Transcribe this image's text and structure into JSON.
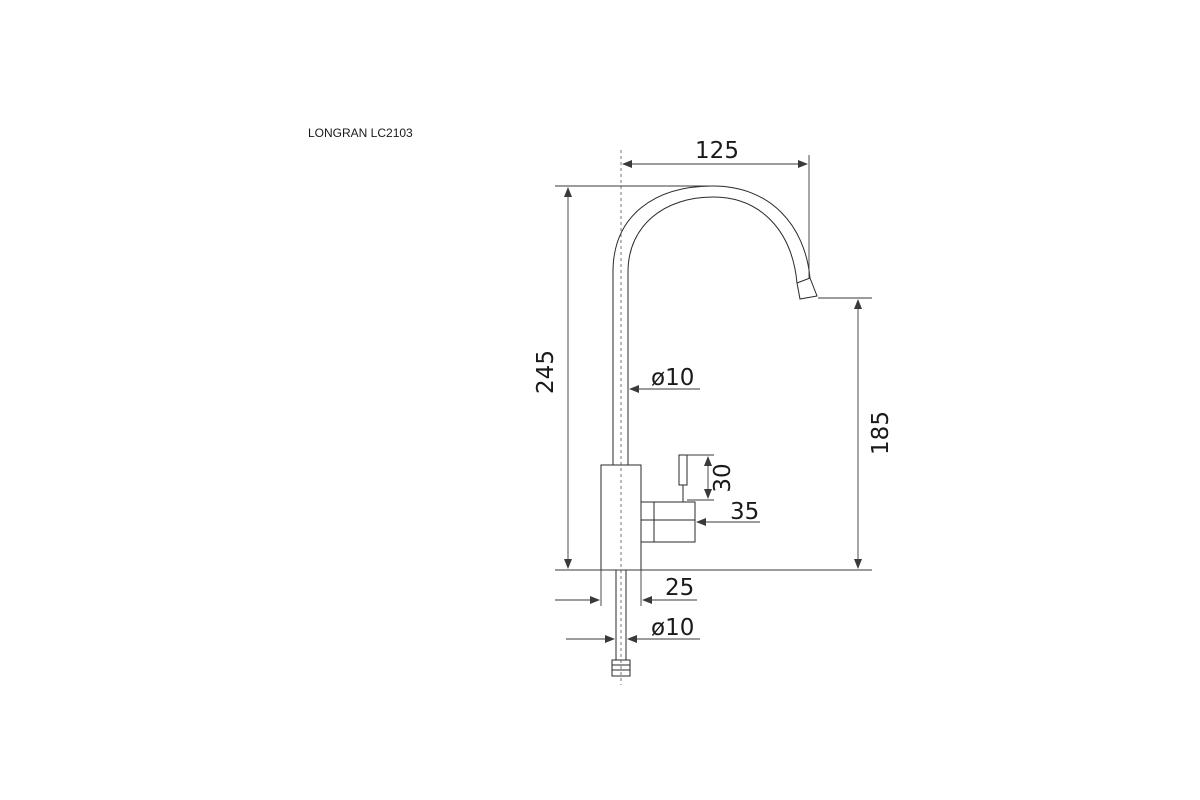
{
  "title": "LONGRAN LC2103",
  "dimensions": {
    "spout_reach": "125",
    "total_height": "245",
    "spout_height": "185",
    "pipe_diameter": "ø10",
    "handle_height": "30",
    "handle_length": "35",
    "body_width": "25",
    "inlet_diameter": "ø10"
  },
  "colors": {
    "line": "#2a2a2a",
    "text": "#1a1a1a",
    "background": "#ffffff"
  }
}
